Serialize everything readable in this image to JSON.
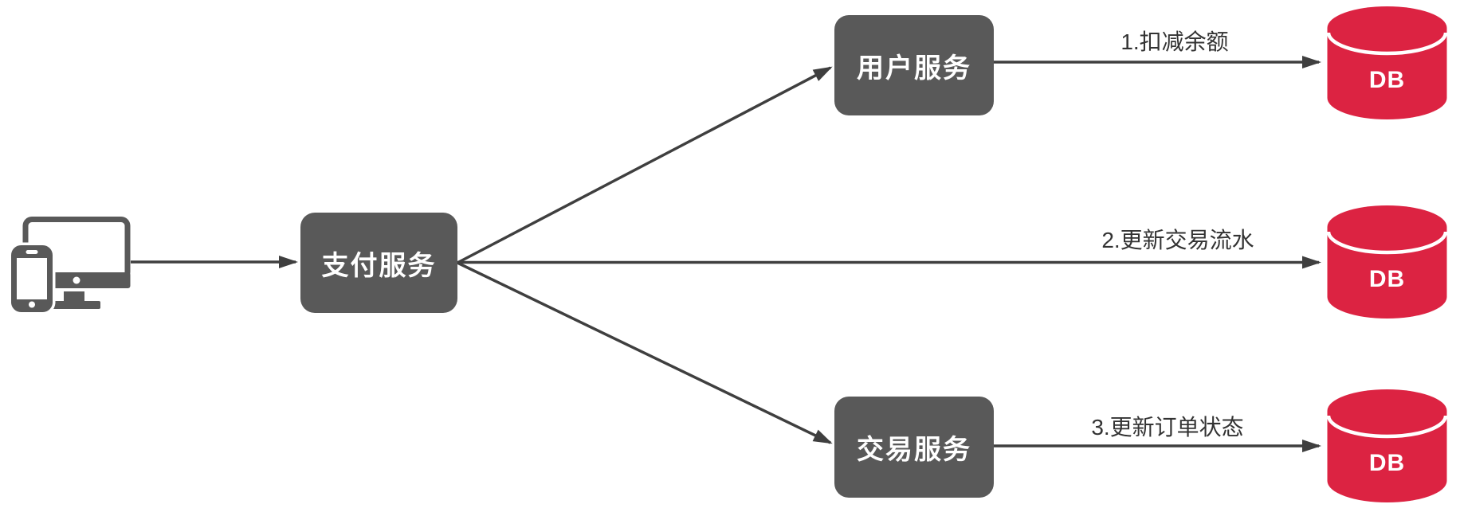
{
  "nodes": {
    "client": {
      "icon": "desktop-and-smartphone-icon"
    },
    "payment_service": {
      "label": "支付服务"
    },
    "user_service": {
      "label": "用户服务"
    },
    "trade_service": {
      "label": "交易服务"
    },
    "db_user": {
      "label": "DB"
    },
    "db_payment": {
      "label": "DB"
    },
    "db_trade": {
      "label": "DB"
    }
  },
  "edges": {
    "client_to_payment": {
      "label": ""
    },
    "payment_to_user": {
      "label": ""
    },
    "payment_to_trade": {
      "label": ""
    },
    "user_to_db": {
      "label": "1.扣减余额"
    },
    "payment_to_db": {
      "label": "2.更新交易流水"
    },
    "trade_to_db": {
      "label": "3.更新订单状态"
    }
  },
  "colors": {
    "service_node_fill": "#595959",
    "service_node_text": "#ffffff",
    "db_fill": "#dc2342",
    "db_text": "#ffffff",
    "connector": "#3f3f3f",
    "edge_label_text": "#333333",
    "background": "#ffffff"
  }
}
